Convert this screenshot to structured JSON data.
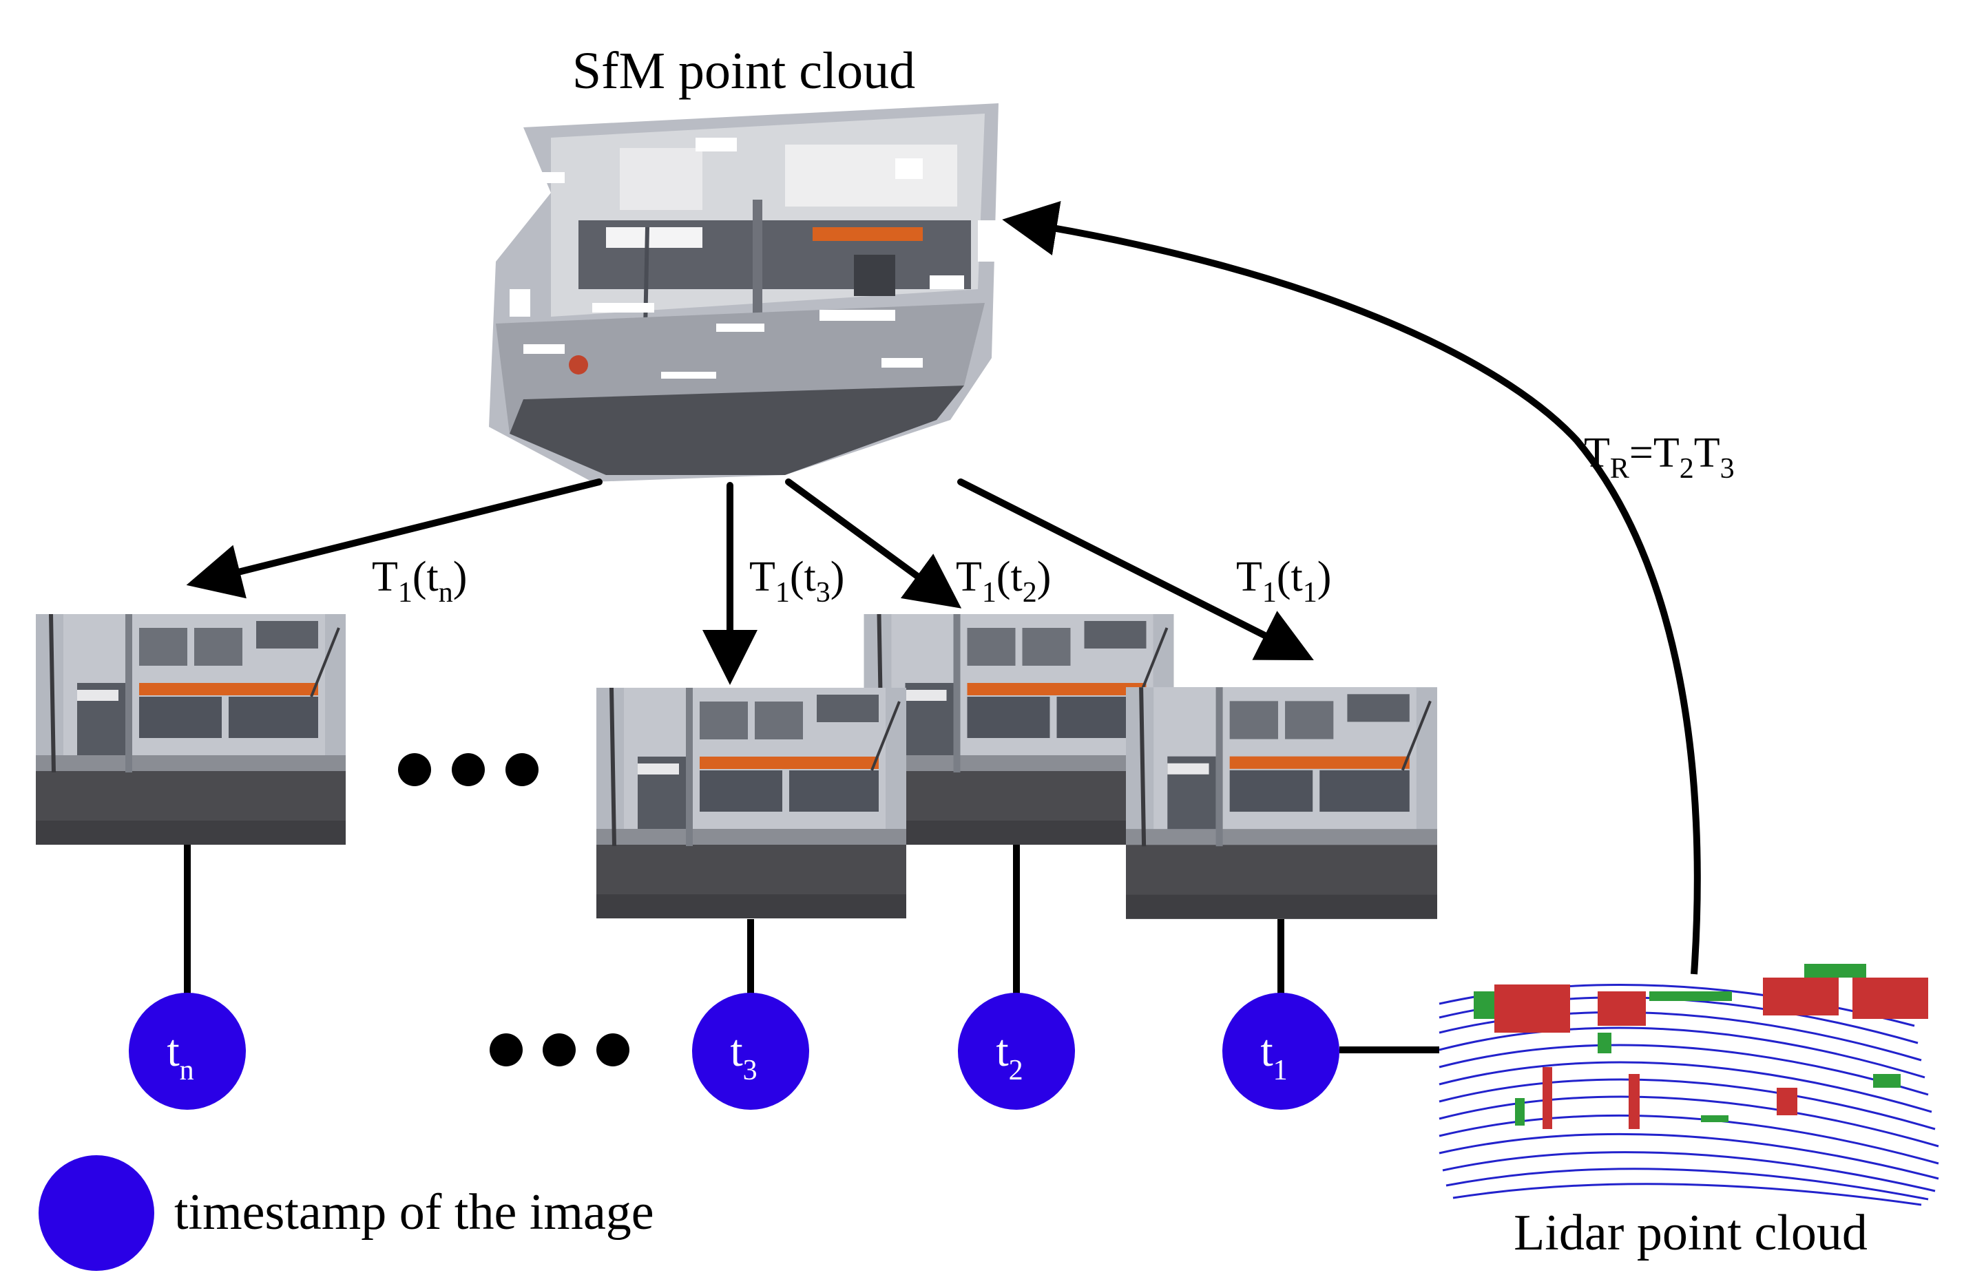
{
  "sfm": {
    "caption": "SfM point cloud"
  },
  "lidar": {
    "caption": "Lidar point cloud"
  },
  "transform_rel": {
    "base": "T",
    "sub1": "R",
    "eq": "=",
    "t2": "T",
    "sub2": "2",
    "t3": "T",
    "sub3": "3"
  },
  "transforms": [
    {
      "base": "T",
      "sub": "1",
      "open": "(t",
      "arg_sub": "n",
      "close": ")"
    },
    {
      "base": "T",
      "sub": "1",
      "open": "(t",
      "arg_sub": "3",
      "close": ")"
    },
    {
      "base": "T",
      "sub": "1",
      "open": "(t",
      "arg_sub": "2",
      "close": ")"
    },
    {
      "base": "T",
      "sub": "1",
      "open": "(t",
      "arg_sub": "1",
      "close": ")"
    }
  ],
  "nodes": [
    {
      "letter": "t",
      "sub": "n"
    },
    {
      "letter": "t",
      "sub": "3"
    },
    {
      "letter": "t",
      "sub": "2"
    },
    {
      "letter": "t",
      "sub": "1"
    }
  ],
  "legend": {
    "label": "timestamp of the image"
  },
  "colors": {
    "node_fill": "#2a00e6",
    "sky": "#d9dde3",
    "building": "#a6a9b0",
    "road": "#4b4b4f",
    "accent_orange": "#d9621f",
    "lidar_blue": "#2222cc",
    "lidar_red": "#c83232",
    "lidar_green": "#2e9e3a"
  }
}
